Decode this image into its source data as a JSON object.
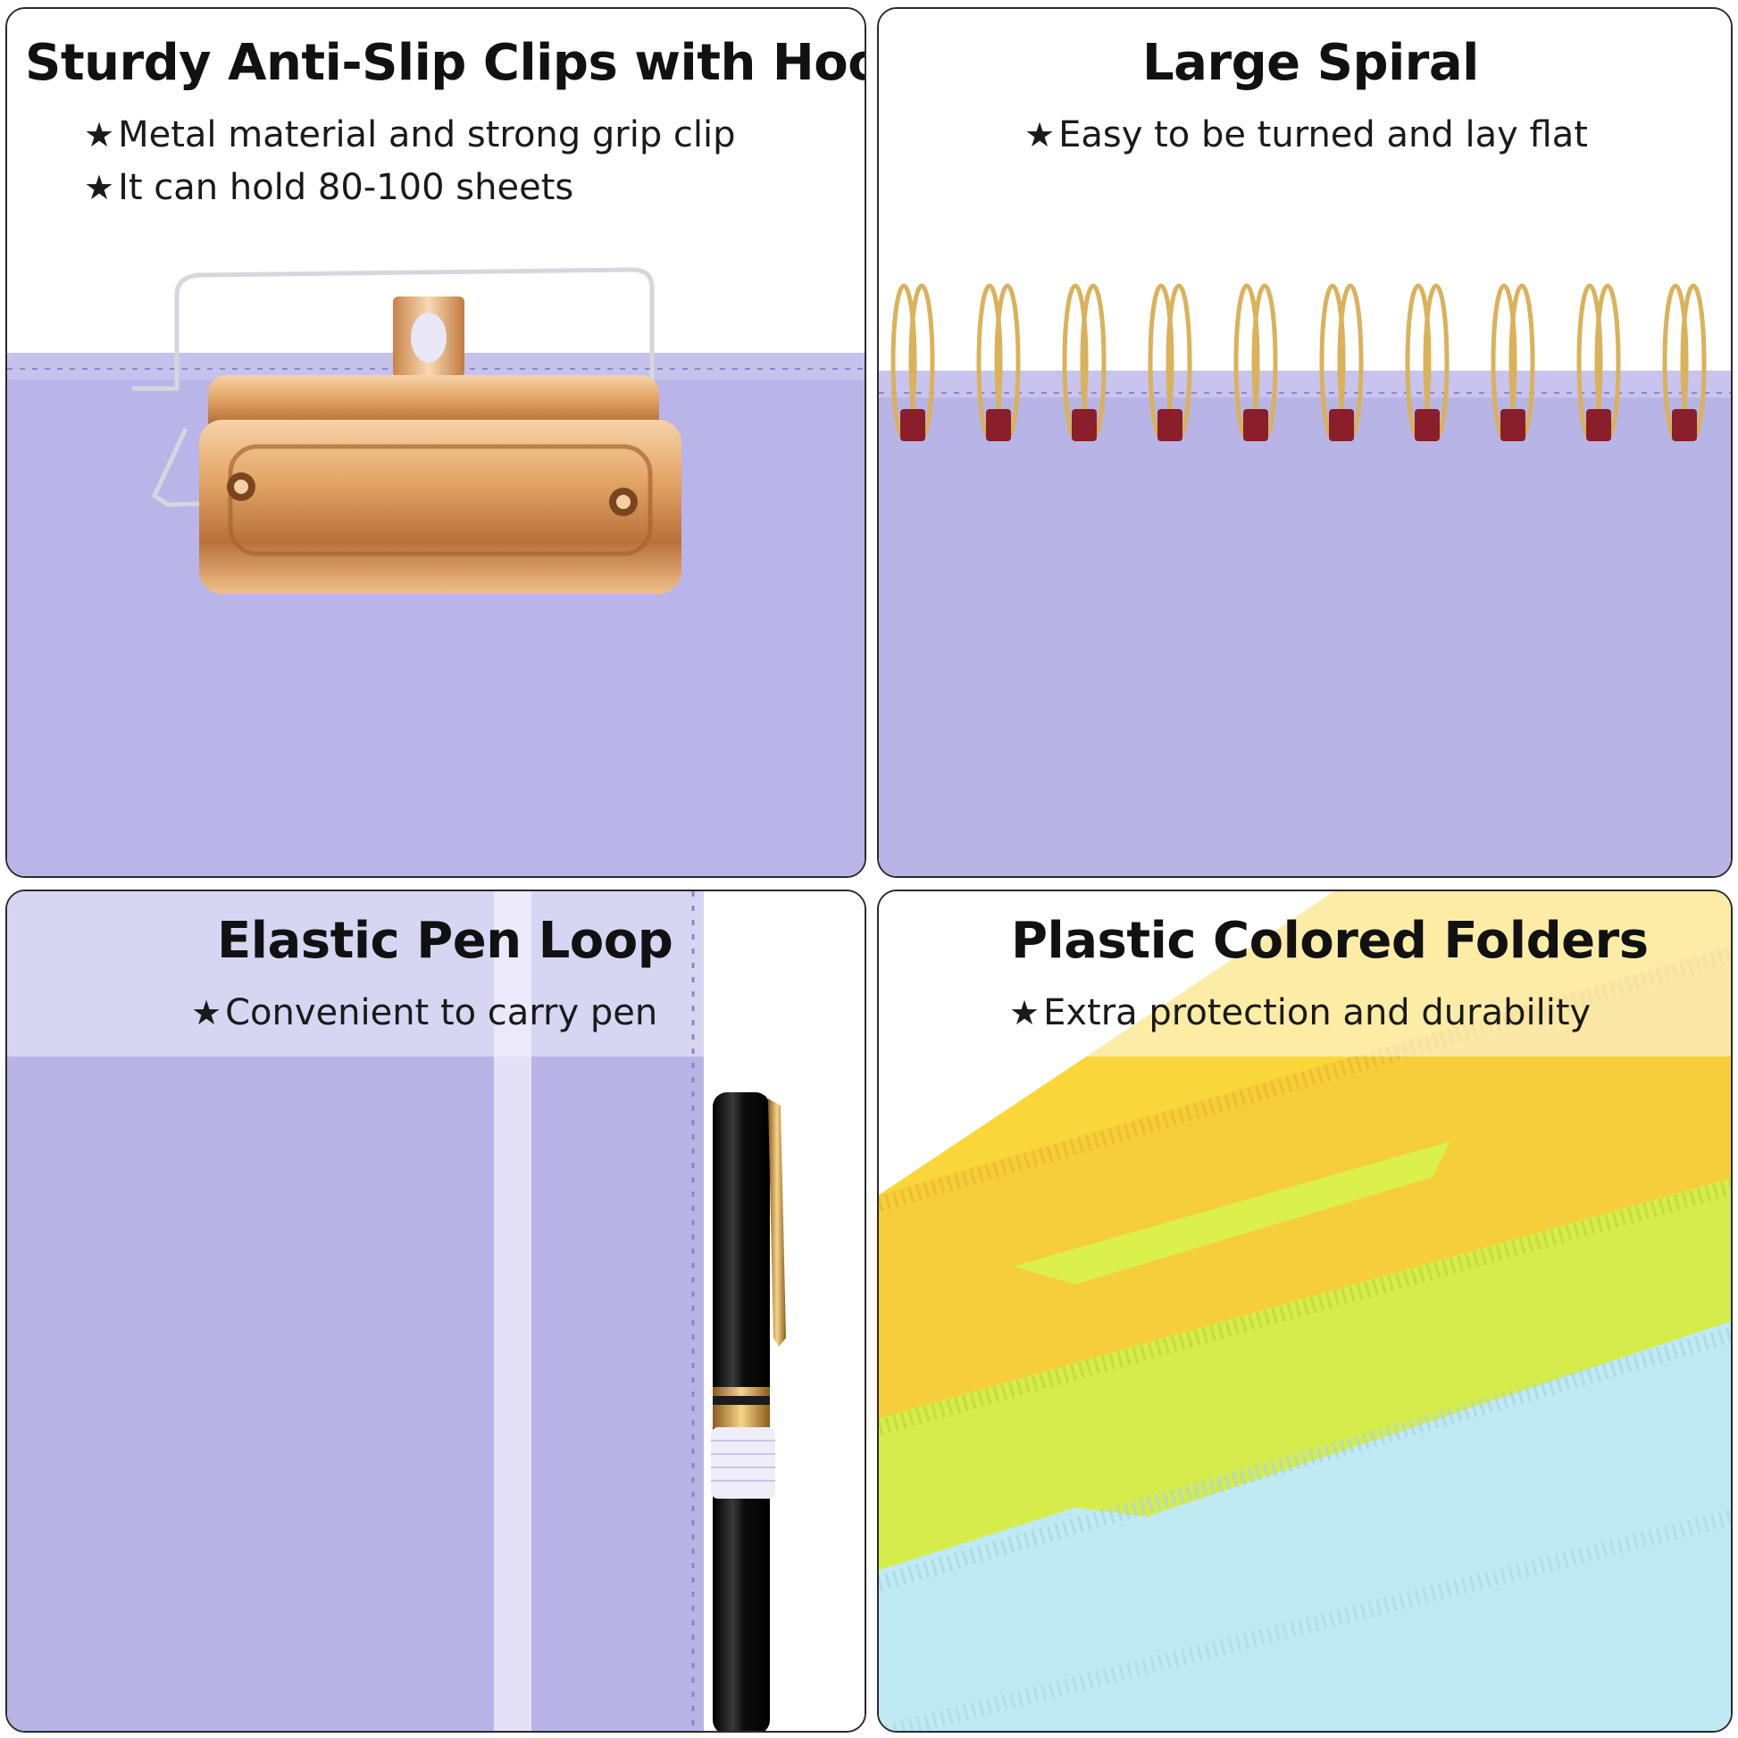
{
  "panels": [
    {
      "title": "Sturdy Anti-Slip Clips with Hook",
      "bullets": [
        {
          "icon": "star-icon",
          "text": "Metal material and strong grip clip"
        },
        {
          "icon": "star-icon",
          "text": "It can hold 80-100 sheets"
        }
      ]
    },
    {
      "title": "Large Spiral",
      "bullets": [
        {
          "icon": "star-icon",
          "text": "Easy to be turned and lay flat"
        }
      ]
    },
    {
      "title": "Elastic Pen Loop",
      "bullets": [
        {
          "icon": "star-icon",
          "text": "Convenient to carry pen"
        }
      ]
    },
    {
      "title": "Plastic Colored Folders",
      "bullets": [
        {
          "icon": "star-icon",
          "text": "Extra protection and durability"
        }
      ]
    }
  ],
  "star_glyph": "★",
  "colors": {
    "lavender": "#b9b5e8",
    "lavender_light": "#d8d5f3",
    "rose_gold": "#e3a566",
    "spiral_gold": "#d9b25a",
    "pen_black": "#151515",
    "folder_yellow": "#f9d63a",
    "folder_green": "#d6ec4a",
    "folder_blue": "#bfeaf3",
    "panel_border": "#2a2a2a"
  }
}
